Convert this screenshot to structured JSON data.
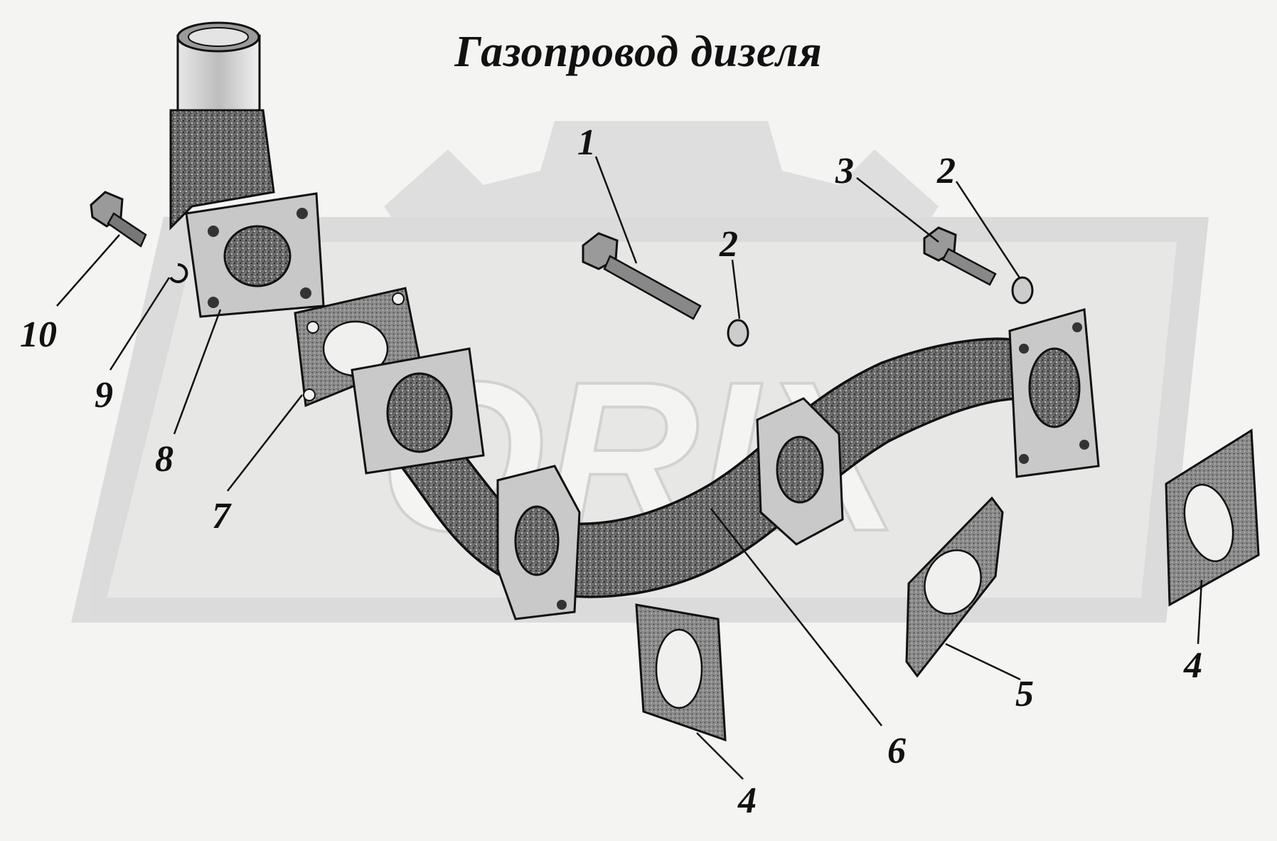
{
  "title": "Газопровод дизеля",
  "watermark": {
    "text": "ORIX"
  },
  "callouts": [
    {
      "id": "c1",
      "label": "1"
    },
    {
      "id": "c2a",
      "label": "2"
    },
    {
      "id": "c3",
      "label": "3"
    },
    {
      "id": "c2b",
      "label": "2"
    },
    {
      "id": "c10",
      "label": "10"
    },
    {
      "id": "c9",
      "label": "9"
    },
    {
      "id": "c8",
      "label": "8"
    },
    {
      "id": "c7",
      "label": "7"
    },
    {
      "id": "c6",
      "label": "6"
    },
    {
      "id": "c5",
      "label": "5"
    },
    {
      "id": "c4a",
      "label": "4"
    },
    {
      "id": "c4b",
      "label": "4"
    }
  ],
  "colors": {
    "background": "#f4f4f2",
    "watermark": "#d7d7d7",
    "casting": "#5a5a5a",
    "flange": "#c9c9c9",
    "gasket": "#7a7a7a",
    "ink": "#111111"
  }
}
